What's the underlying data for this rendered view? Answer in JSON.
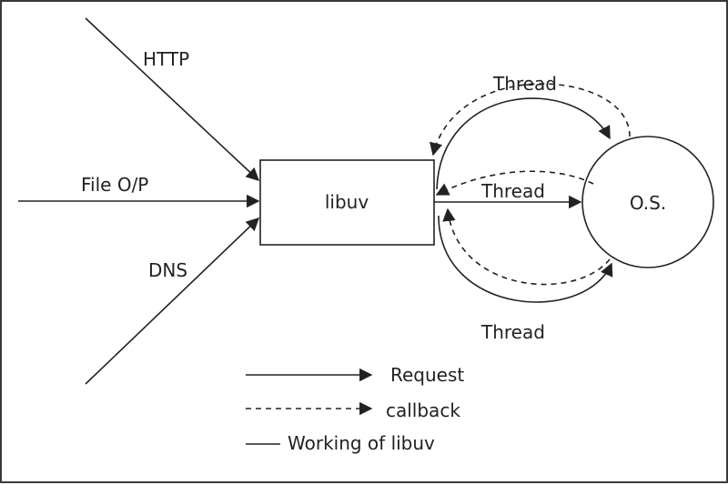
{
  "colors": {
    "stroke": "#222222",
    "background": "#ffffff"
  },
  "inputs": {
    "http": "HTTP",
    "file": "File O/P",
    "dns": "DNS"
  },
  "center_box": {
    "label": "libuv"
  },
  "os_node": {
    "label": "O.S."
  },
  "threads": {
    "top": "Thread",
    "middle": "Thread",
    "bottom": "Thread"
  },
  "legend": {
    "request": "Request",
    "callback": "callback",
    "working": "Working of libuv"
  }
}
